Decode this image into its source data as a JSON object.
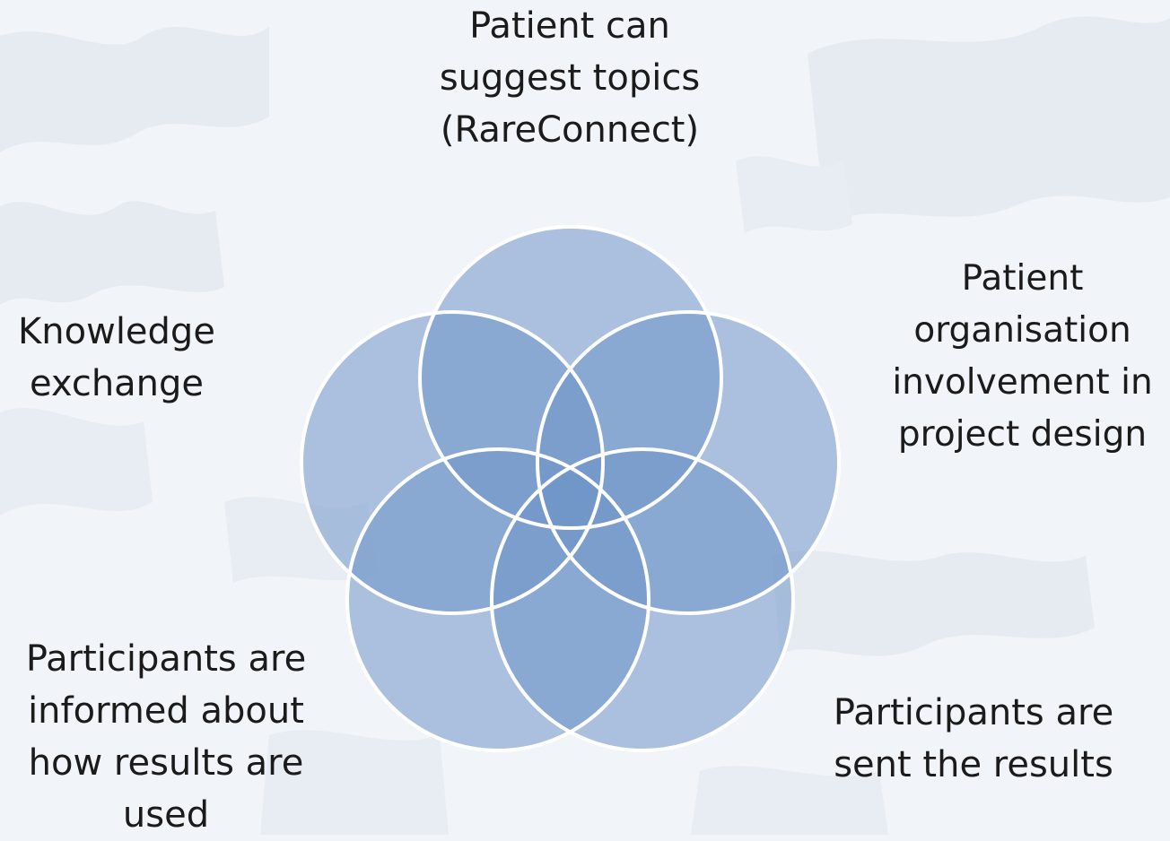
{
  "diagram": {
    "type": "venn",
    "fill_color": "#6f95c9",
    "stroke_color": "#ffffff",
    "labels": {
      "top": [
        "Patient can",
        "suggest topics",
        "(RareConnect)"
      ],
      "left": [
        "Knowledge",
        "exchange"
      ],
      "right": [
        "Patient",
        "organisation",
        "involvement in",
        "project design"
      ],
      "bottom_left": [
        "Participants are",
        "informed about",
        "how results are",
        "used"
      ],
      "bottom_right": [
        "Participants are",
        "sent the results"
      ]
    }
  }
}
